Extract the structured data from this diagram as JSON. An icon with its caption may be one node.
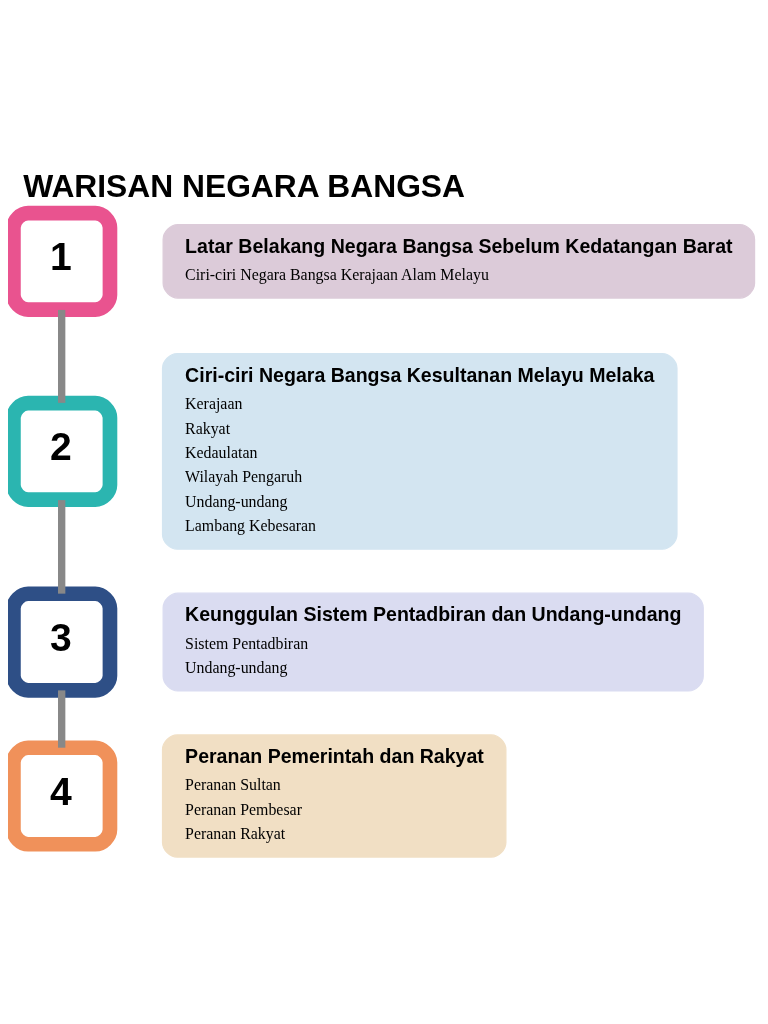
{
  "diagram": {
    "title": "WARISAN NEGARA BANGSA",
    "nodes": [
      {
        "text": [
          "1"
        ]
      },
      {
        "text": [
          "Latar Belakang Negara Bangsa Sebelum Kedatangan Barat",
          "Ciri-ciri Negara Bangsa Kerajaan Alam Melayu"
        ]
      },
      {
        "text": [
          "2"
        ]
      },
      {
        "text": [
          "Ciri-ciri Negara Bangsa Kesultanan Melayu Melaka",
          "Kerajaan",
          "Rakyat",
          "Kedaulatan",
          "Wilayah Pengaruh",
          "Undang-undang",
          "Lambang Kebesaran"
        ]
      },
      {
        "text": [
          "3"
        ]
      },
      {
        "text": [
          "Keunggulan Sistem Pentadbiran dan Undang-undang",
          "Sistem Pentadbiran",
          "Undang-undang"
        ]
      },
      {
        "text": [
          "4"
        ]
      },
      {
        "text": [
          "Peranan Pemerintah dan Rakyat",
          "Peranan Sultan",
          "Peranan Pembesar",
          "Peranan Rakyat"
        ]
      }
    ],
    "edges": [
      {
        "from": 0,
        "to": 2,
        "arrow": "none"
      },
      {
        "from": 2,
        "to": 4,
        "arrow": "none"
      },
      {
        "from": 4,
        "to": 6,
        "arrow": "none"
      }
    ]
  }
}
